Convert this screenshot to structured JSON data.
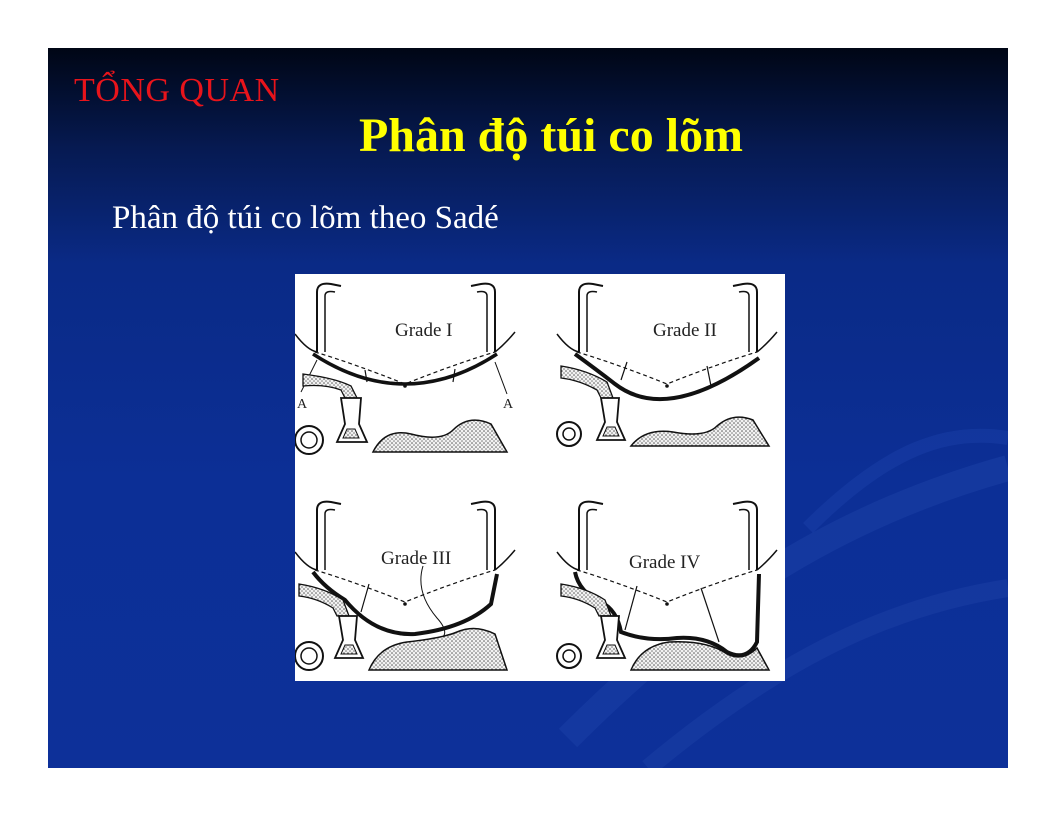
{
  "slide": {
    "section_label": "TỔNG QUAN",
    "title": "Phân độ túi co lõm",
    "subtitle": "Phân độ túi co lõm theo Sadé"
  },
  "figure": {
    "panels": [
      {
        "label": "Grade I",
        "marker": "A"
      },
      {
        "label": "Grade II"
      },
      {
        "label": "Grade III"
      },
      {
        "label": "Grade IV"
      }
    ]
  },
  "colors": {
    "background": "#0c2f96",
    "section_label": "#e8141b",
    "title": "#ffff00",
    "subtitle": "#ffffff"
  }
}
